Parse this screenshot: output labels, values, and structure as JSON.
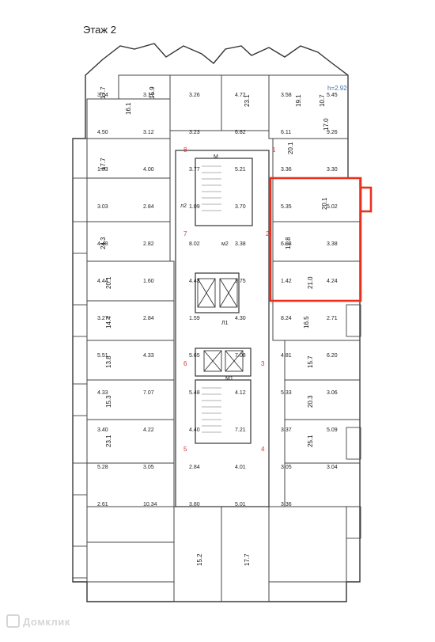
{
  "floor_label": "Этаж 2",
  "ceiling_note": "h=2.92",
  "watermark": "Домклик",
  "highlight_color": "#e8321e",
  "axis_color": "#d33333",
  "axis_marks": [
    "8",
    "7",
    "6",
    "5",
    "1",
    "2",
    "3",
    "4"
  ],
  "lift_labels": [
    "Л1",
    "М1",
    "М",
    "л2",
    "м2"
  ],
  "room_areas": [
    "17.7",
    "15.9",
    "16.1",
    "23.1",
    "19.1",
    "10.7",
    "17.0",
    "20.1",
    "17.7",
    "20.1",
    "24.3",
    "17.8",
    "20.1",
    "21.0",
    "14.4",
    "16.5",
    "13.8",
    "15.7",
    "15.3",
    "20.3",
    "23.1",
    "25.1",
    "15.2",
    "17.7"
  ],
  "dimensions": [
    "3.04",
    "3.17",
    "3.26",
    "4.72",
    "3.58",
    "5.45",
    "4.50",
    "3.12",
    "3.23",
    "6.82",
    "6.11",
    "9.26",
    "1.83",
    "4.00",
    "3.77",
    "5.21",
    "3.36",
    "3.30",
    "3.03",
    "2.84",
    "1.09",
    "3.70",
    "5.35",
    "5.02",
    "4.48",
    "2.82",
    "8.02",
    "3.38",
    "6.08",
    "3.38",
    "4.44",
    "1.60",
    "4.43",
    "3.75",
    "1.42",
    "4.24",
    "3.27",
    "2.84",
    "1.59",
    "4.30",
    "8.24",
    "2.71",
    "5.51",
    "4.33",
    "5.65",
    "7.08",
    "4.81",
    "6.20",
    "4.33",
    "7.07",
    "5.48",
    "4.12",
    "5.33",
    "3.06",
    "3.40",
    "4.22",
    "4.40",
    "7.21",
    "3.37",
    "5.09",
    "5.28",
    "3.05",
    "2.84",
    "4.01",
    "3.05",
    "3.04",
    "2.61",
    "10.34",
    "3.80",
    "5.01",
    "3.36"
  ]
}
